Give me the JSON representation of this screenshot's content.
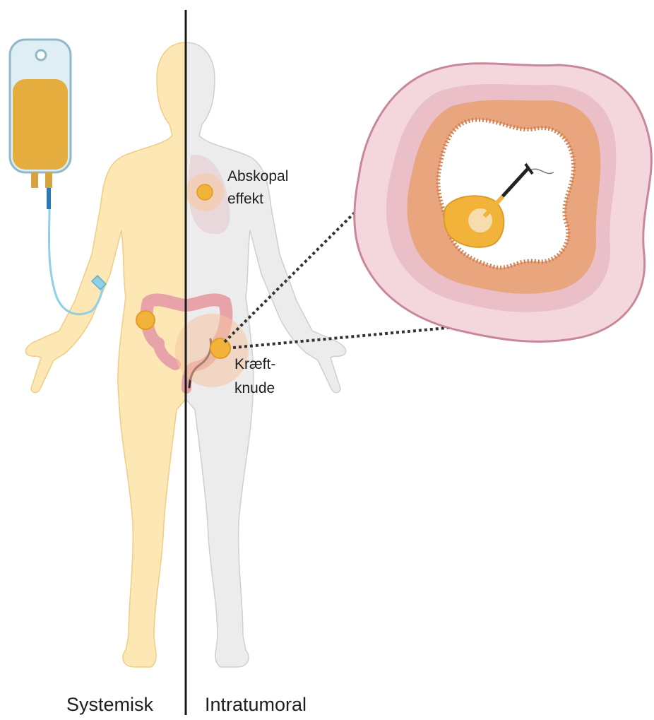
{
  "labels": {
    "abscopal_line1": "Abskopal",
    "abscopal_line2": "effekt",
    "tumor_line1": "Kræft-",
    "tumor_line2": "knude",
    "systemic": "Systemisk",
    "intratumoral": "Intratumoral"
  },
  "colors": {
    "systemic_body": "#fde7b4",
    "intratumoral_body": "#ececec",
    "colon": "#e7a3a8",
    "tumor": "#f2b33a",
    "iv_fluid": "#e4ad3e",
    "tube": "#8fd0e6",
    "tissue_outer": "#f1d3da",
    "tissue_inner": "#e9a57d",
    "divider": "#1a1a1a"
  }
}
